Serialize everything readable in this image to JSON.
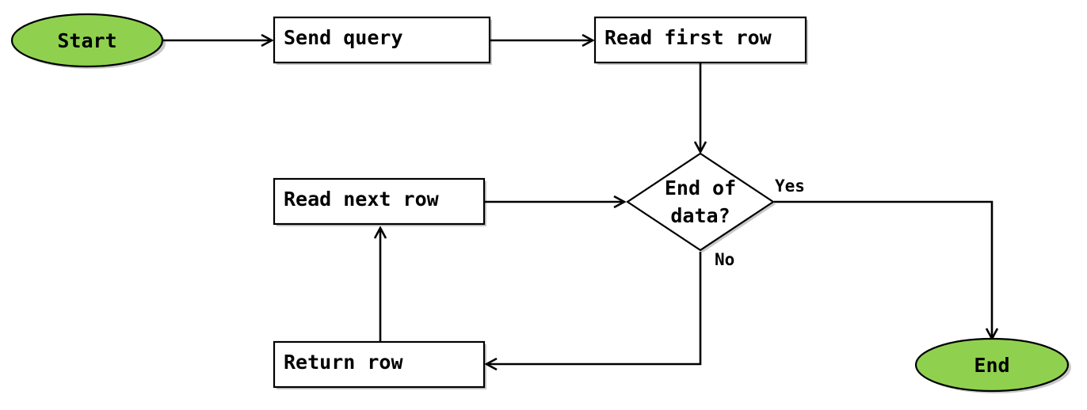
{
  "colors": {
    "terminal_fill": "#8fd14f",
    "stroke": "#000000",
    "box_fill": "#ffffff"
  },
  "nodes": {
    "start": "Start",
    "send_query": "Send query",
    "read_first_row": "Read first row",
    "decision_line1": "End of",
    "decision_line2": "data?",
    "read_next_row": "Read next row",
    "return_row": "Return row",
    "end": "End"
  },
  "edges": {
    "yes": "Yes",
    "no": "No"
  }
}
